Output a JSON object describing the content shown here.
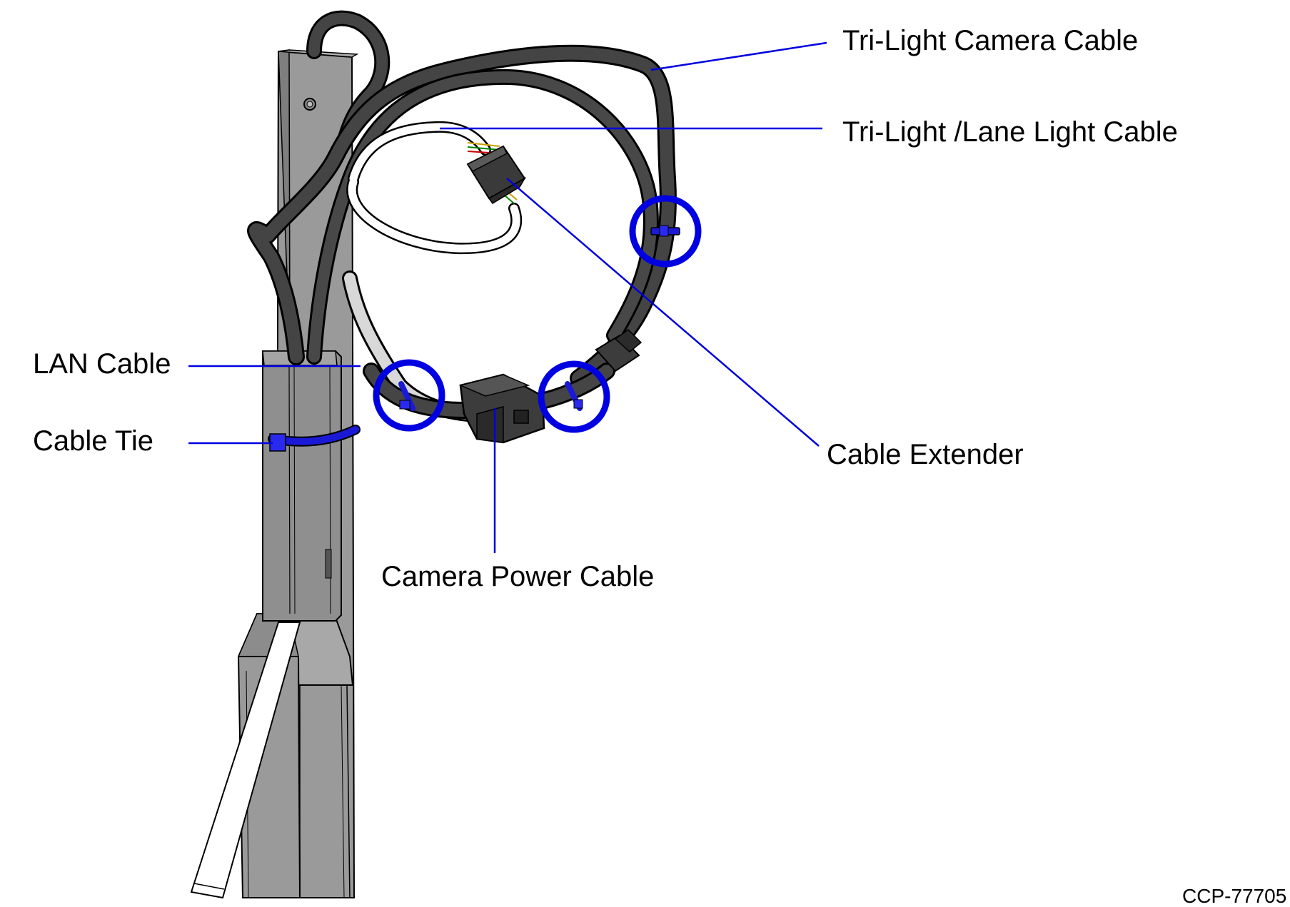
{
  "callouts": {
    "tri_light_camera_cable": "Tri-Light Camera Cable",
    "tri_light_lane_light_cable": "Tri-Light /Lane Light Cable",
    "lan_cable": "LAN Cable",
    "cable_tie": "Cable Tie",
    "cable_extender": "Cable Extender",
    "camera_power_cable": "Camera Power Cable"
  },
  "figure_id": "CCP-77705",
  "colors": {
    "leader_line": "#0000e0",
    "highlight_circle": "#0000e0",
    "cable_tie": "#1a1ad6",
    "pole": "#9a9a9a",
    "pole_dark": "#7a7a7a",
    "cable_dark": "#3d3d3d",
    "cable_light": "#ffffff",
    "outline": "#000000"
  }
}
